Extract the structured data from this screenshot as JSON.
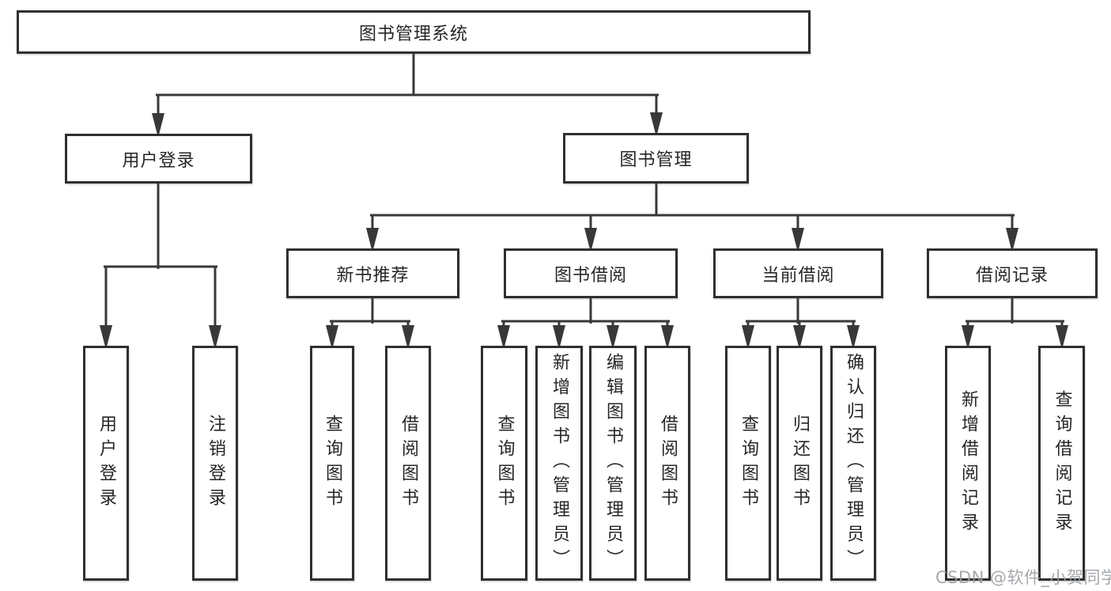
{
  "page": {
    "background": "#ffffff"
  },
  "colors": {
    "line": "#383838",
    "box_border": "#2f2f2f",
    "text": "#262626",
    "watermark": "#9a9ea3"
  },
  "tree": {
    "root": "图书管理系统",
    "login": {
      "label": "用户登录",
      "leaves": [
        "用户登录",
        "注销登录"
      ]
    },
    "mgmt": {
      "label": "图书管理",
      "groups": [
        {
          "label": "新书推荐",
          "leaves": [
            "查询图书",
            "借阅图书"
          ]
        },
        {
          "label": "图书借阅",
          "leaves": [
            "查询图书",
            "新增图书（管理员）",
            "编辑图书（管理员）",
            "借阅图书"
          ]
        },
        {
          "label": "当前借阅",
          "leaves": [
            "查询图书",
            "归还图书",
            "确认归还（管理员）"
          ]
        },
        {
          "label": "借阅记录",
          "leaves": [
            "新增借阅记录",
            "查询借阅记录"
          ]
        }
      ]
    }
  },
  "watermark": "CSDN @软件_小贺同学"
}
